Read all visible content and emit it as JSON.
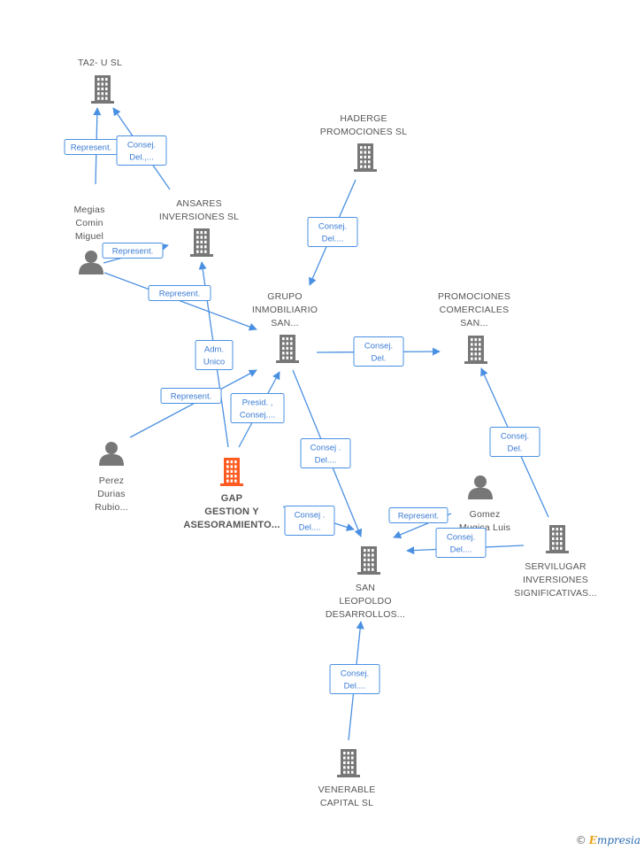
{
  "colors": {
    "company": "#777777",
    "focus": "#ff5a1f",
    "person": "#777777",
    "edge": "#4a90e2"
  },
  "nodes": [
    {
      "id": "ta2",
      "type": "company",
      "lines": [
        "TA2- U SL"
      ]
    },
    {
      "id": "haderge",
      "type": "company",
      "lines": [
        "HADERGE",
        "PROMOCIONES SL"
      ]
    },
    {
      "id": "megias",
      "type": "person",
      "lines": [
        "Megias",
        "Comin",
        "Miguel"
      ]
    },
    {
      "id": "ansares",
      "type": "company",
      "lines": [
        "ANSARES",
        "INVERSIONES SL"
      ]
    },
    {
      "id": "grupo",
      "type": "company",
      "lines": [
        "GRUPO",
        "INMOBILIARIO",
        "SAN..."
      ]
    },
    {
      "id": "promociones",
      "type": "company",
      "lines": [
        "PROMOCIONES",
        "COMERCIALES",
        "SAN..."
      ]
    },
    {
      "id": "perez",
      "type": "person",
      "lines": [
        "Perez",
        "Durias",
        "Rubio..."
      ]
    },
    {
      "id": "gap",
      "type": "focus",
      "lines": [
        "GAP",
        "GESTION Y",
        "ASESORAMIENTO..."
      ]
    },
    {
      "id": "gomez",
      "type": "person",
      "lines": [
        "Gomez",
        "Mugica Luis"
      ]
    },
    {
      "id": "sanleopoldo",
      "type": "company",
      "lines": [
        "SAN",
        "LEOPOLDO",
        "DESARROLLOS..."
      ]
    },
    {
      "id": "servilugar",
      "type": "company",
      "lines": [
        "SERVILUGAR",
        "INVERSIONES",
        "SIGNIFICATIVAS..."
      ]
    },
    {
      "id": "venerable",
      "type": "company",
      "lines": [
        "VENERABLE",
        "CAPITAL SL"
      ]
    }
  ],
  "edges": [
    {
      "id": "e1",
      "lines": [
        "Represent."
      ]
    },
    {
      "id": "e2",
      "lines": [
        "Consej.",
        "Del.,..."
      ]
    },
    {
      "id": "e3",
      "lines": [
        "Consej.",
        "Del...."
      ]
    },
    {
      "id": "e4",
      "lines": [
        "Represent."
      ]
    },
    {
      "id": "e5",
      "lines": [
        "Represent."
      ]
    },
    {
      "id": "e6",
      "lines": [
        "Adm.",
        "Unico"
      ]
    },
    {
      "id": "e7",
      "lines": [
        "Represent."
      ]
    },
    {
      "id": "e8",
      "lines": [
        "Presid. ,",
        "Consej...."
      ]
    },
    {
      "id": "e9",
      "lines": [
        "Consej.",
        "Del."
      ]
    },
    {
      "id": "e10",
      "lines": [
        "Consej .",
        "Del...."
      ]
    },
    {
      "id": "e11",
      "lines": [
        "Consej.",
        "Del."
      ]
    },
    {
      "id": "e12",
      "lines": [
        "Consej .",
        "Del...."
      ]
    },
    {
      "id": "e13",
      "lines": [
        "Represent."
      ]
    },
    {
      "id": "e14",
      "lines": [
        "Consej.",
        "Del...."
      ]
    },
    {
      "id": "e15",
      "lines": [
        "Consej.",
        "Del...."
      ]
    }
  ],
  "brand": {
    "copyright": "©",
    "initial": "E",
    "rest": "mpresia"
  }
}
